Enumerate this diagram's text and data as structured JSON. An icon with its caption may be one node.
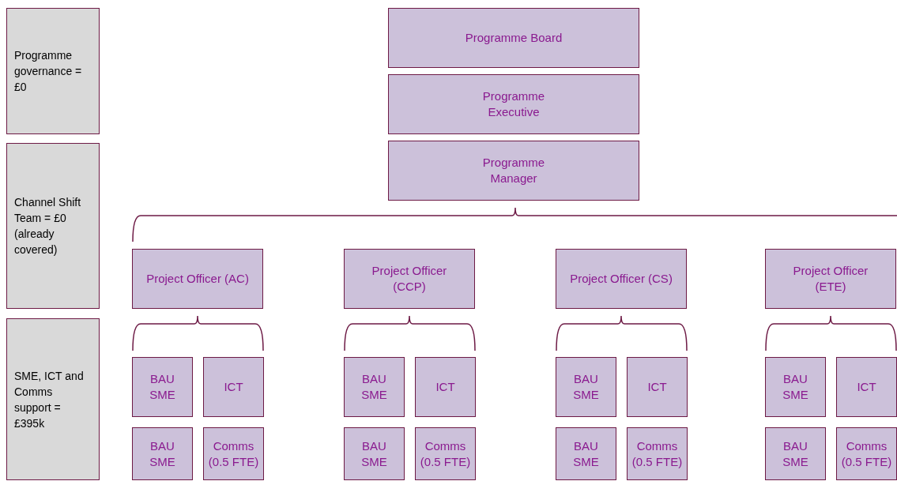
{
  "diagram": {
    "nodes": [
      {
        "text": [
          "Programme governance = £0"
        ]
      },
      {
        "text": [
          "Channel Shift Team = £0 (already covered)"
        ]
      },
      {
        "text": [
          "SME, ICT and Comms support = £395k"
        ]
      },
      {
        "text": [
          "Programme Board"
        ]
      },
      {
        "text": [
          "Programme Executive"
        ]
      },
      {
        "text": [
          "Programme Manager"
        ]
      },
      {
        "text": [
          "Project Officer (AC)"
        ]
      },
      {
        "text": [
          "Project Officer (CCP)"
        ]
      },
      {
        "text": [
          "Project Officer (CS)"
        ]
      },
      {
        "text": [
          "Project Officer (ETE)"
        ]
      },
      {
        "text": [
          "BAU SME"
        ]
      },
      {
        "text": [
          "ICT"
        ]
      },
      {
        "text": [
          "BAU SME"
        ]
      },
      {
        "text": [
          "Comms (0.5 FTE)"
        ]
      },
      {
        "text": [
          "BAU SME"
        ]
      },
      {
        "text": [
          "ICT"
        ]
      },
      {
        "text": [
          "BAU SME"
        ]
      },
      {
        "text": [
          "Comms (0.5 FTE)"
        ]
      },
      {
        "text": [
          "BAU SME"
        ]
      },
      {
        "text": [
          "ICT"
        ]
      },
      {
        "text": [
          "BAU SME"
        ]
      },
      {
        "text": [
          "Comms (0.5 FTE)"
        ]
      },
      {
        "text": [
          "BAU SME"
        ]
      },
      {
        "text": [
          "ICT"
        ]
      },
      {
        "text": [
          "BAU SME"
        ]
      },
      {
        "text": [
          "Comms (0.5 FTE)"
        ]
      }
    ]
  }
}
